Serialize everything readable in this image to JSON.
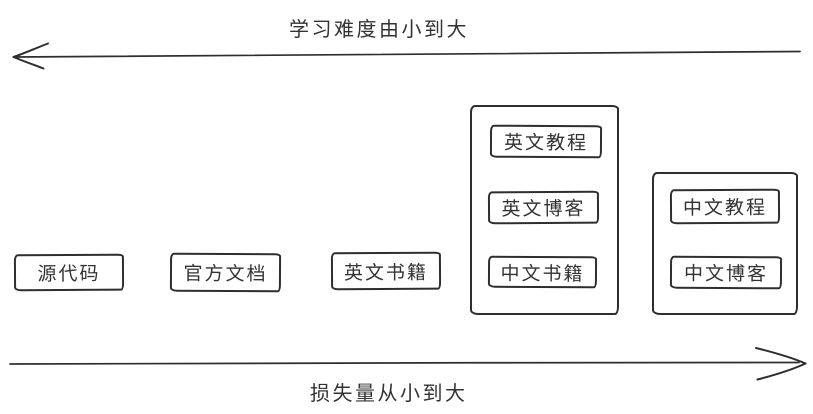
{
  "page": {
    "background": "#ffffff",
    "ink_color": "#2e2e2e",
    "style": "hand-drawn-sketch"
  },
  "axes": {
    "top": {
      "label": "学习难度由小到大",
      "direction": "left"
    },
    "bottom": {
      "label": "损失量从小到大",
      "direction": "right"
    }
  },
  "boxes": [
    {
      "id": "source-code",
      "label": "源代码"
    },
    {
      "id": "official-docs",
      "label": "官方文档"
    },
    {
      "id": "english-books",
      "label": "英文书籍"
    }
  ],
  "groups": [
    {
      "id": "group-1",
      "items": [
        {
          "id": "english-tutorials",
          "label": "英文教程"
        },
        {
          "id": "english-blogs",
          "label": "英文博客"
        },
        {
          "id": "chinese-books",
          "label": "中文书籍"
        }
      ]
    },
    {
      "id": "group-2",
      "items": [
        {
          "id": "chinese-tutorials",
          "label": "中文教程"
        },
        {
          "id": "chinese-blogs",
          "label": "中文博客"
        }
      ]
    }
  ]
}
